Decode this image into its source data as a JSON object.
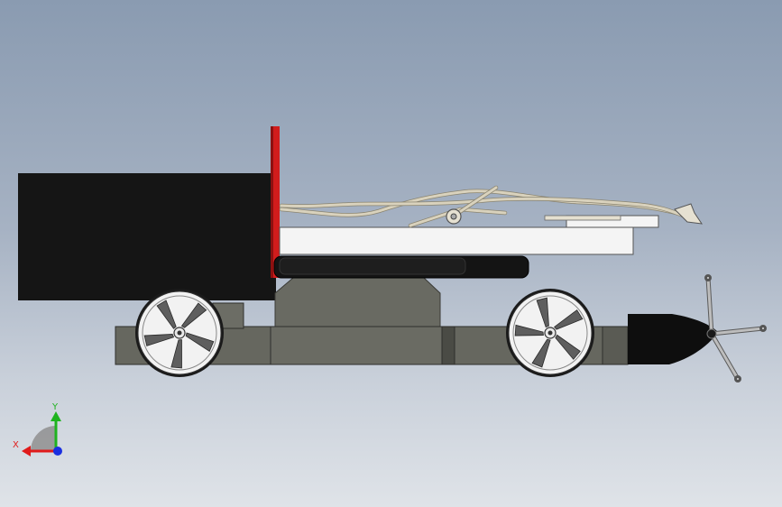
{
  "view": {
    "triad": {
      "x_label": "X",
      "y_label": "Y",
      "x_color": "#e01b1b",
      "y_color": "#1fb31f",
      "z_color": "#1a2fe0"
    }
  },
  "colors": {
    "background_top": "#8a9bb1",
    "background_bottom": "#dfe3e8",
    "body_black": "#151515",
    "red_plate": "#d11c1c",
    "chassis_grey": "#66675f",
    "wheel_white": "#f2f2f2",
    "cable": "#d9d2bd"
  },
  "model": {
    "wheels": [
      {
        "name": "rear-wheel",
        "blades": 5
      },
      {
        "name": "front-wheel",
        "blades": 5
      }
    ],
    "propeller_blades": 3
  }
}
